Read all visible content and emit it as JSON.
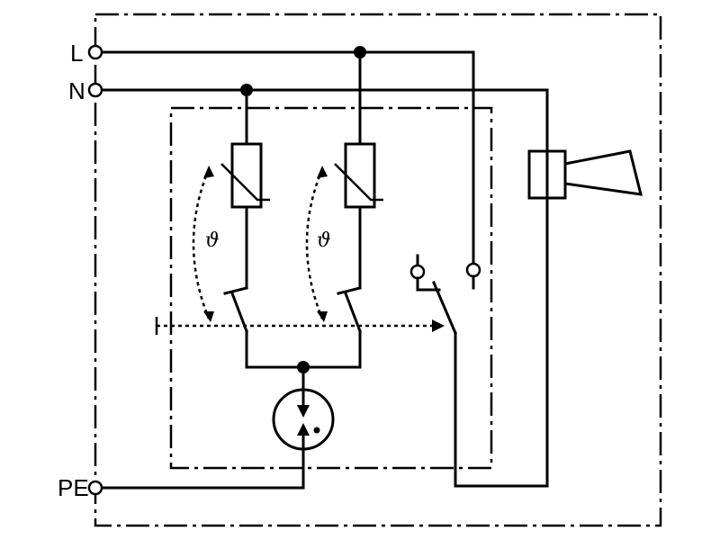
{
  "terminals": {
    "l_label": "L",
    "n_label": "N",
    "pe_label": "PE"
  },
  "sensors": {
    "symbol_left": "ϑ",
    "symbol_right": "ϑ"
  },
  "colors": {
    "line": "#000000",
    "background": "#ffffff"
  }
}
